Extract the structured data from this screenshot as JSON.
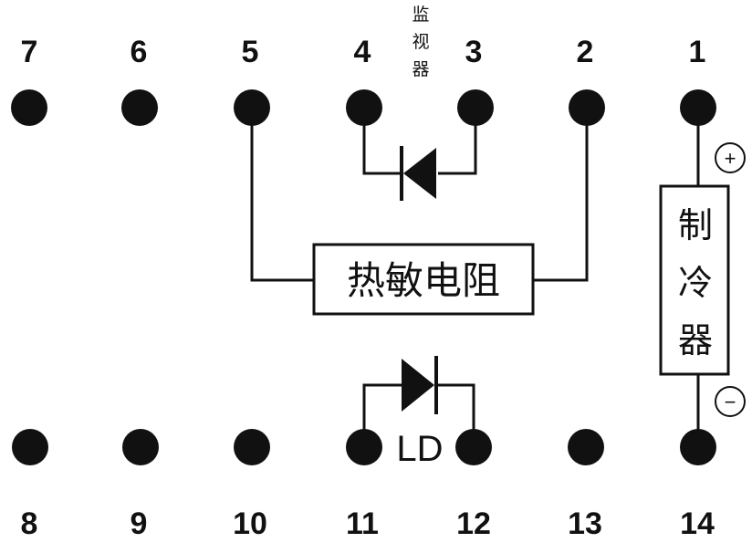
{
  "top_pins": [
    "7",
    "6",
    "5",
    "4",
    "3",
    "2",
    "1"
  ],
  "bottom_pins": [
    "8",
    "9",
    "10",
    "11",
    "12",
    "13",
    "14"
  ],
  "monitor_label": [
    "监",
    "视",
    "器"
  ],
  "thermistor_label": "热敏电阻",
  "cooler_label": [
    "制",
    "冷",
    "器"
  ],
  "laser_diode_label": "LD",
  "cooler_plus": "+",
  "cooler_minus": "−"
}
